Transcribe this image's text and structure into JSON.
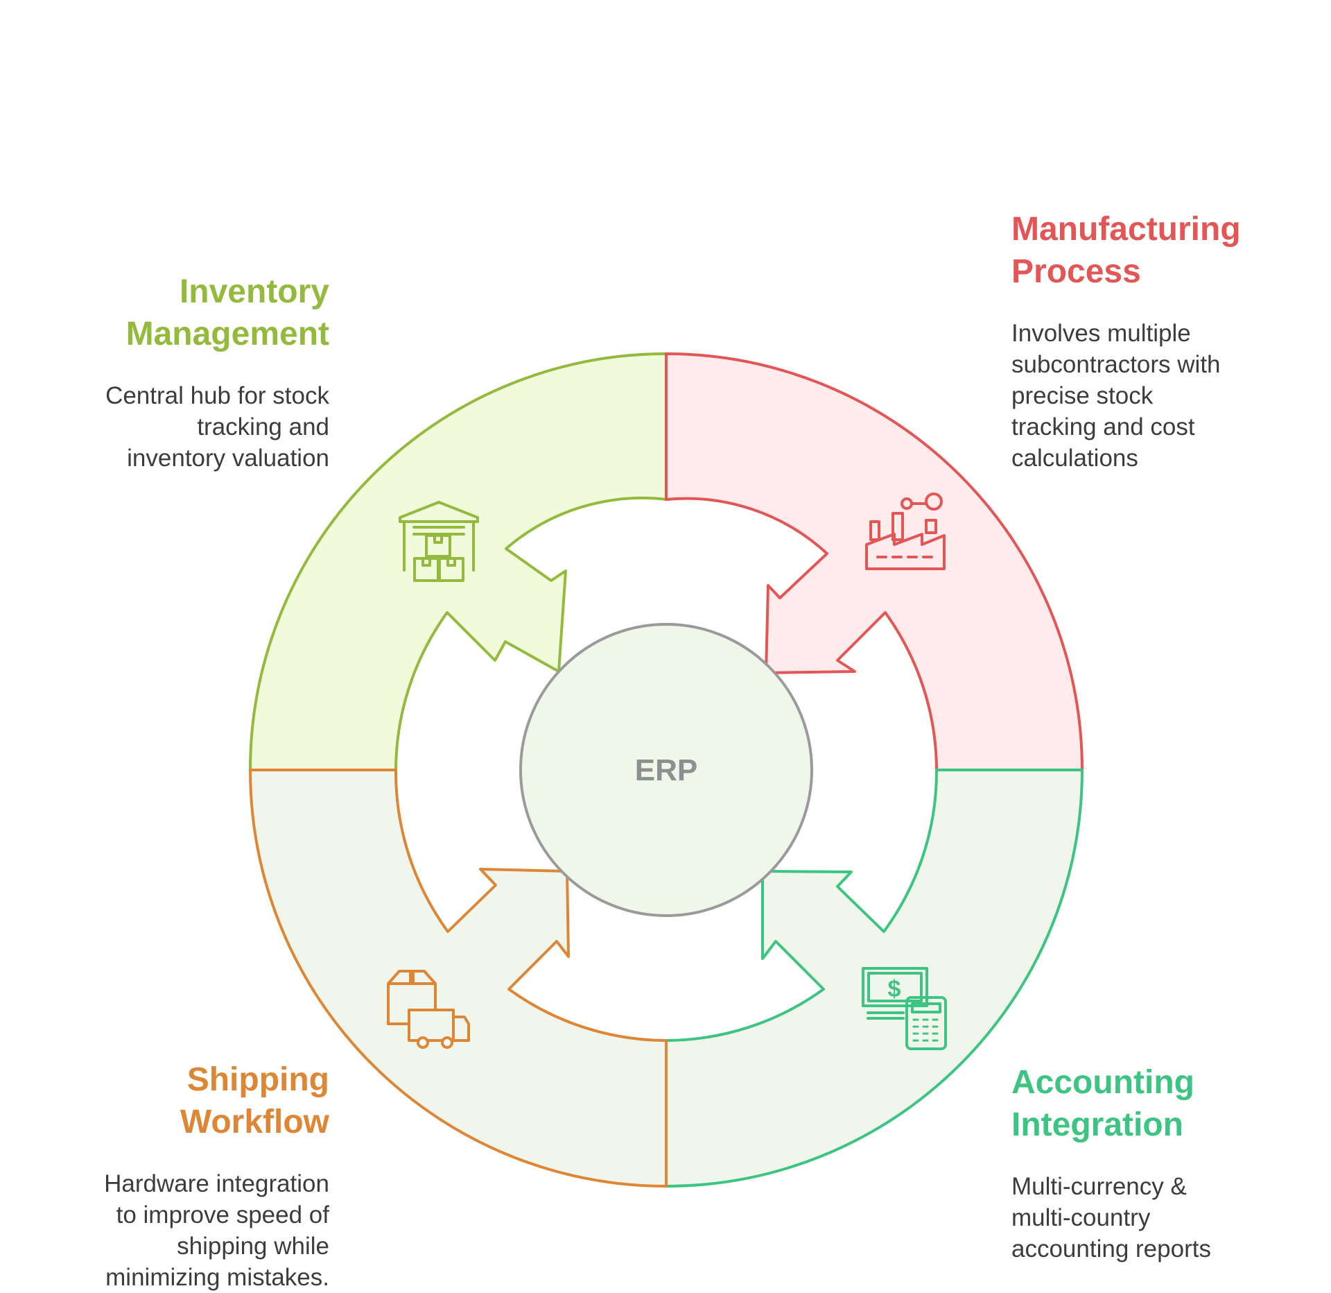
{
  "center": {
    "label": "ERP"
  },
  "colors": {
    "inventory": "#93ba3d",
    "manufacturing": "#e25656",
    "accounting": "#3ec482",
    "shipping": "#dd8736",
    "center_stroke": "#9a9a9a",
    "center_text": "#8f8f8f"
  },
  "sections": {
    "inventory": {
      "title_line1": "Inventory",
      "title_line2": "Management",
      "desc_line1": "Central hub for stock",
      "desc_line2": "tracking and",
      "desc_line3": "inventory valuation",
      "icon": "warehouse-icon"
    },
    "manufacturing": {
      "title_line1": "Manufacturing",
      "title_line2": "Process",
      "desc_line1": "Involves multiple",
      "desc_line2": "subcontractors with",
      "desc_line3": "precise stock",
      "desc_line4": "tracking and cost",
      "desc_line5": "calculations",
      "icon": "factory-icon"
    },
    "accounting": {
      "title_line1": "Accounting",
      "title_line2": "Integration",
      "desc_line1": "Multi-currency &",
      "desc_line2": "multi-country",
      "desc_line3": "accounting reports",
      "icon": "money-calculator-icon"
    },
    "shipping": {
      "title_line1": "Shipping",
      "title_line2": "Workflow",
      "desc_line1": "Hardware integration",
      "desc_line2": "to improve speed of",
      "desc_line3": "shipping while",
      "desc_line4": "minimizing mistakes.",
      "icon": "delivery-truck-icon"
    }
  }
}
